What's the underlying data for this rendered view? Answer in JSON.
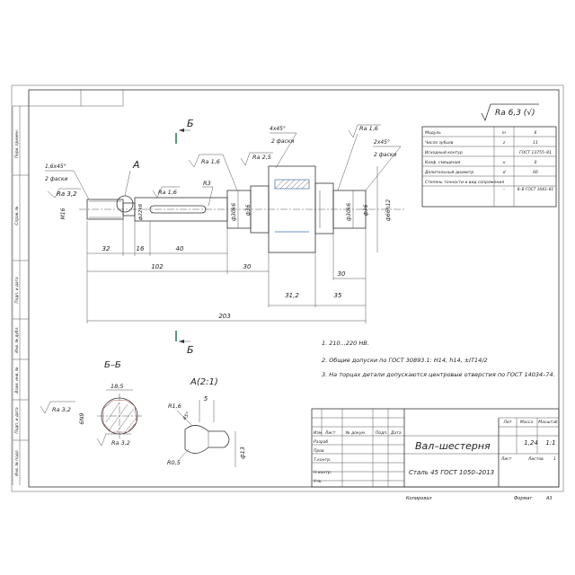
{
  "title_block": {
    "part_name": "Вал–шестерня",
    "material": "Сталь 45 ГОСТ 1050–2013",
    "scale_value": "1,24",
    "ratio": "1:1",
    "letter_header": "Лит",
    "mass_header": "Масса",
    "scale_header": "Масштаб",
    "sheet_label": "Лист",
    "sheets_label": "Листов",
    "sheets_value": "1",
    "row_labels": [
      "Изм",
      "Лист",
      "№ докум.",
      "Подп.",
      "Дата"
    ],
    "role_labels": [
      "Разраб",
      "Пров",
      "Т.контр.",
      "Н.контр.",
      "Утв."
    ],
    "copied": "Копировал",
    "format": "Формат",
    "format_value": "А3"
  },
  "roughness_general": "Ra 6,3 (√)",
  "side_stamps": [
    "Перв. примен.",
    "Справ. №",
    "Подп. и дата",
    "Инв. № дубл.",
    "Взам. инв. №",
    "Подп. и дата",
    "Инв. № подл."
  ],
  "gear_table": [
    {
      "label": "Модуль",
      "sym": "m",
      "val": "6"
    },
    {
      "label": "Число зубьев",
      "sym": "z",
      "val": "11"
    },
    {
      "label": "Исходный контур",
      "sym": "",
      "val": "ГОСТ 13755–81"
    },
    {
      "label": "Коэф. смещения",
      "sym": "x",
      "val": "0"
    },
    {
      "label": "Делительный диаметр",
      "sym": "d",
      "val": "66"
    },
    {
      "label": "Степень точности и вид сопряжения",
      "sym": "–",
      "val": "8–B ГОСТ 1643–81"
    }
  ],
  "notes": [
    "1. 210...220 HB.",
    "2. Общие допуски по ГОСТ 30893.1: H14, h14, ±IT14/2",
    "3. На торцах детали допускаются центровые отверстия по ГОСТ 14034–74."
  ],
  "views": {
    "section_label": "Б–Б",
    "detail_label": "А(2:1)",
    "cut_marker": "Б",
    "detail_marker": "А"
  },
  "dims": {
    "chamfer1": "1,6х45°",
    "chamfer1_note": "2 фаски",
    "chamfer2": "4х45°",
    "chamfer2_note": "2 фаски",
    "chamfer3": "2х45°",
    "chamfer3_note": "2 фаски",
    "ra32": "Ra 3,2",
    "ra16": "Ra 1,6",
    "ra25": "Ra 2,5",
    "r3": "R3",
    "thread": "M16",
    "d22": "ф22k6",
    "d30": "ф30k6",
    "d36": "ф36",
    "d66": "ф66h12",
    "l32": "32",
    "l16": "16",
    "l40": "40",
    "l102": "102",
    "l30": "30",
    "l312": "31,2",
    "l35": "35",
    "l203": "203",
    "l30b": "30",
    "w185": "18,5",
    "w6n9": "6N9",
    "detail_r16": "R1,6",
    "detail_5": "5",
    "detail_r05": "R0,5",
    "detail_13": "ф13",
    "detail_angle": "45°"
  }
}
